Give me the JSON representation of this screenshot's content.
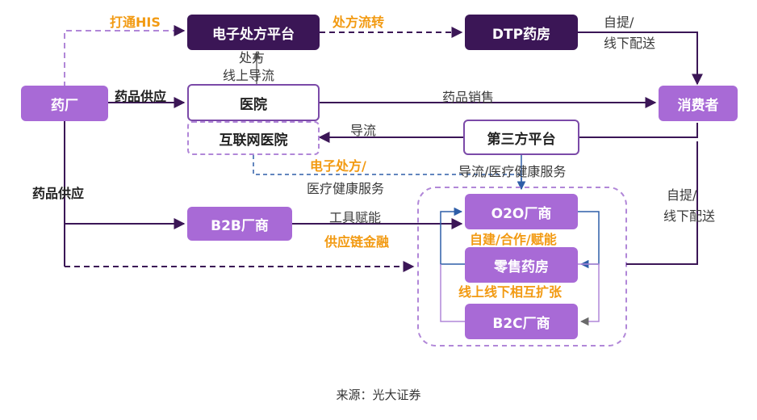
{
  "colors": {
    "dark": "#3b1656",
    "medium": "#a86ad6",
    "border": "#7b4aa8",
    "dashed_border": "#b187d8",
    "accent_orange": "#f29a12",
    "blue_line": "#2e5ea8"
  },
  "nodes": {
    "pharma_factory": "药厂",
    "e_prescription": "电子处方平台",
    "dtp_pharmacy": "DTP药房",
    "consumer": "消费者",
    "hospital": "医院",
    "internet_hospital": "互联网医院",
    "third_party": "第三方平台",
    "b2b": "B2B厂商",
    "o2o": "O2O厂商",
    "retail_pharmacy": "零售药房",
    "b2c": "B2C厂商"
  },
  "labels": {
    "his": "打通HIS",
    "rx_flow": "处方流转",
    "self_pickup_top": [
      "自提/",
      "线下配送"
    ],
    "prescription_online": [
      "处方",
      "线上导流"
    ],
    "drug_supply_top": "药品供应",
    "drug_sales": "药品销售",
    "guide": "导流",
    "e_rx_orange": "电子处方/",
    "health_service": "医疗健康服务",
    "guide_health": "导流/医疗健康服务",
    "drug_supply_left": "药品供应",
    "tool_empower": "工具赋能",
    "supply_finance": "供应链金融",
    "self_build": "自建/合作/赋能",
    "online_offline": "线上线下相互扩张",
    "self_pickup_bottom": [
      "自提/",
      "线下配送"
    ]
  },
  "caption": "来源：光大证券"
}
